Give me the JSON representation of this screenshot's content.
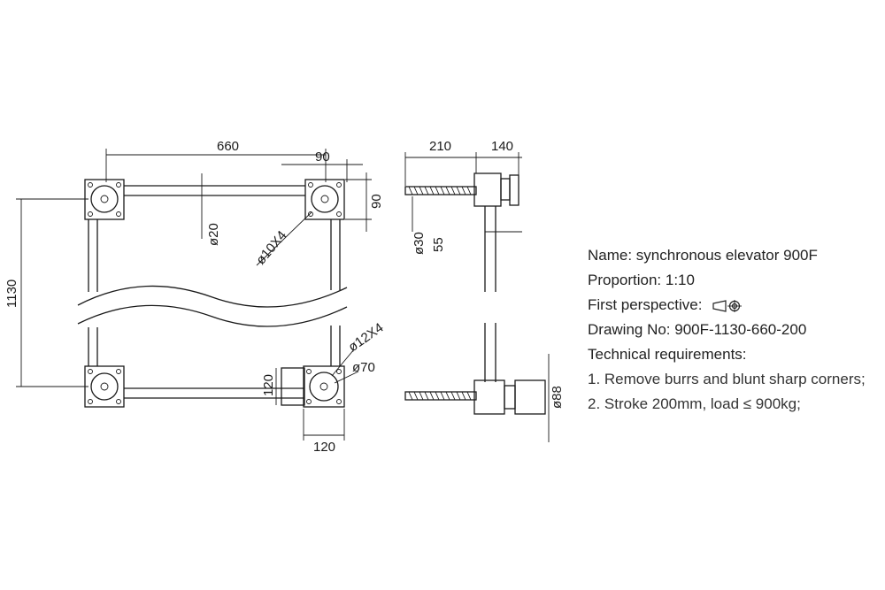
{
  "notes": {
    "name": "Name: synchronous elevator 900F",
    "proportion": "Proportion: 1:10",
    "perspective": "First perspective:",
    "drawing_no": "Drawing No: 900F-1130-660-200",
    "tech_heading": "Technical requirements:",
    "req1": "1. Remove burrs and blunt sharp corners;",
    "req2": "2. Stroke 200mm, load ≤ 900kg;"
  },
  "dims": {
    "d660": "660",
    "d90_top": "90",
    "d90_side": "90",
    "d1130": "1130",
    "phi20": "ø20",
    "phi10x4": "ø10X4",
    "phi12x4": "ø12X4",
    "phi70": "ø70",
    "d120_side": "120",
    "d120_bottom": "120",
    "d210": "210",
    "d140": "140",
    "phi30": "ø30",
    "d55": "55",
    "phi88": "ø88"
  },
  "icons": {
    "perspective_symbol": "first-angle-projection-icon"
  }
}
